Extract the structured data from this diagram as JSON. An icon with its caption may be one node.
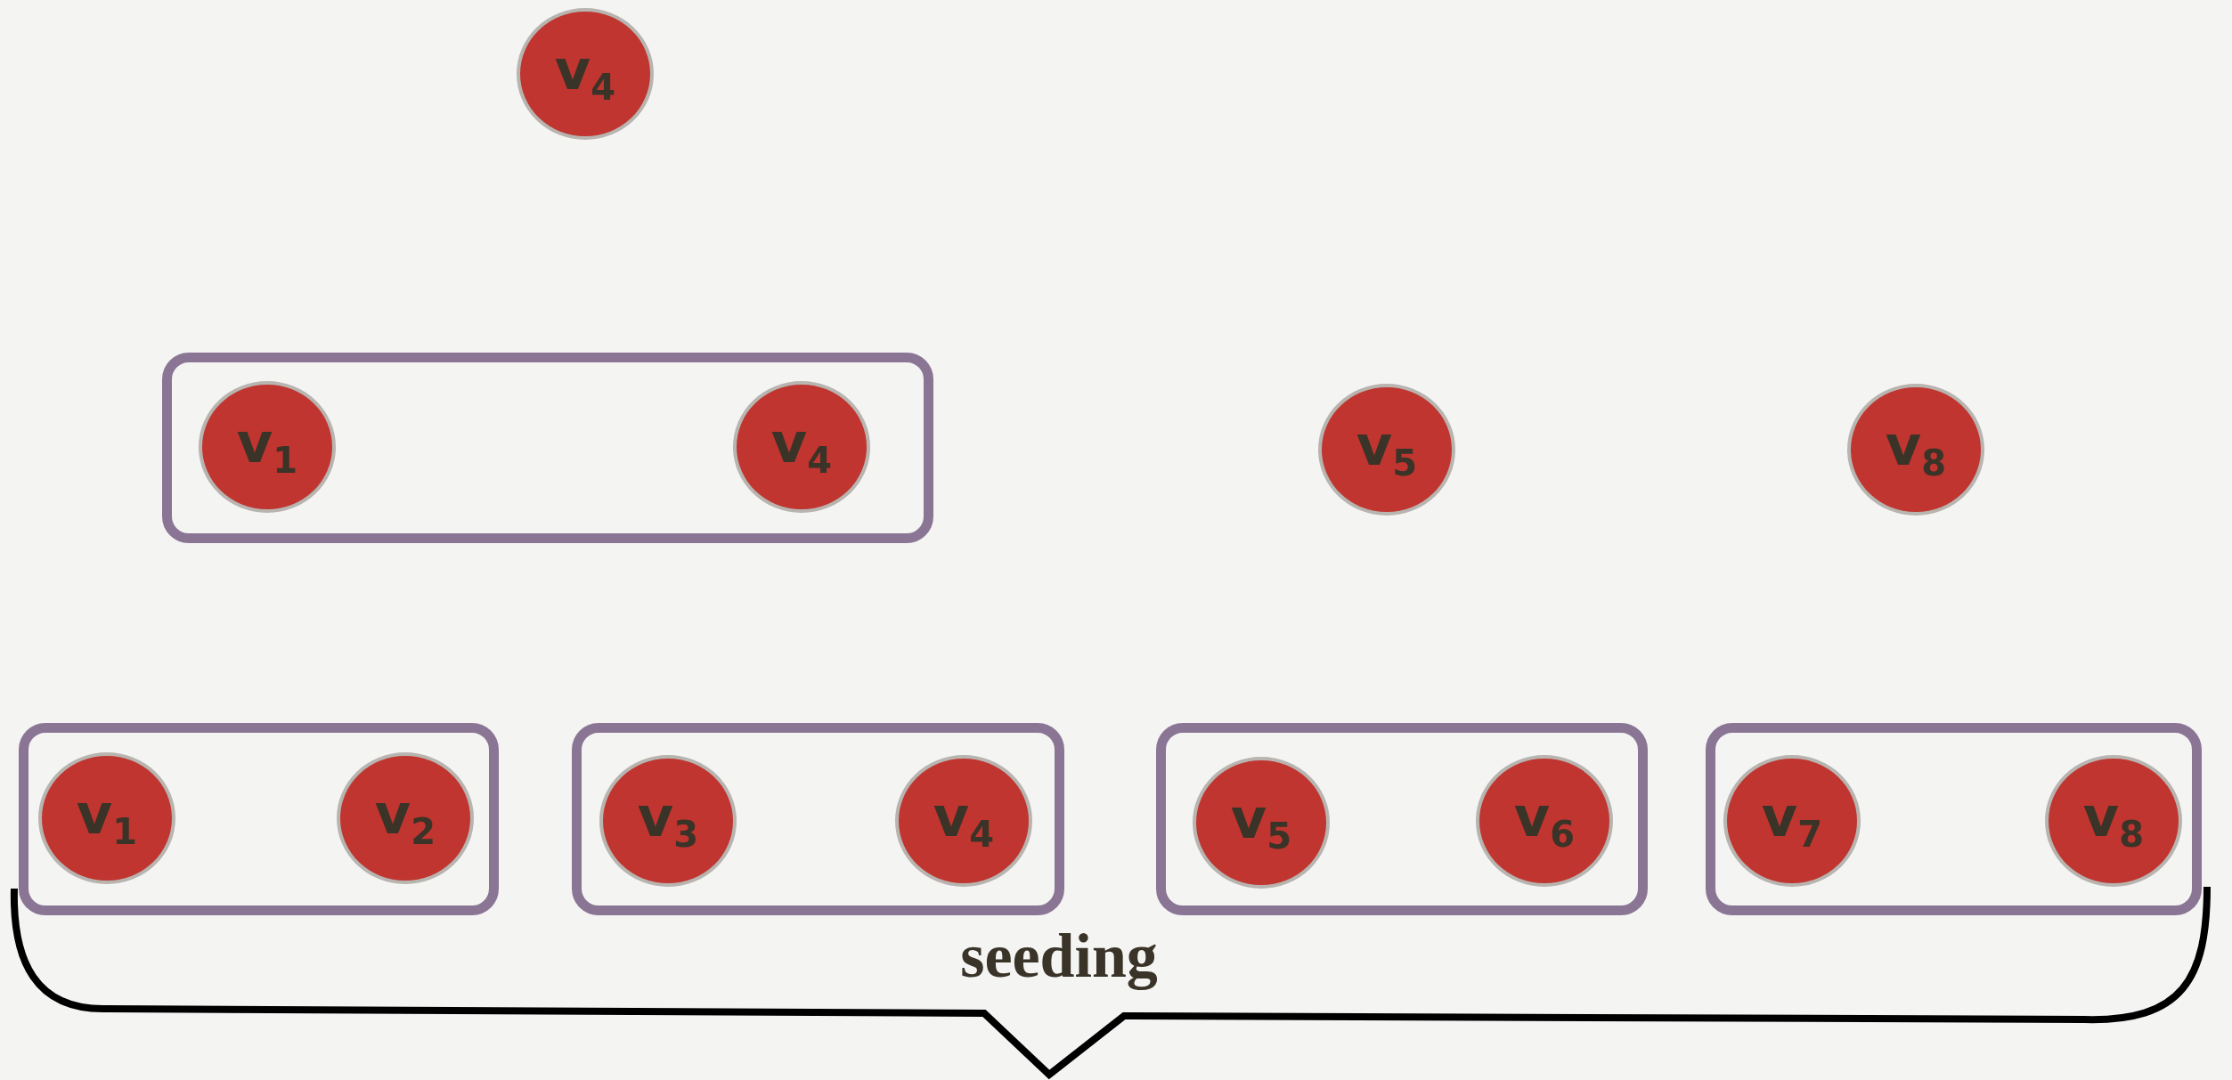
{
  "diagram": {
    "nodes": [
      {
        "text": [
          "v$_{4}$"
        ]
      },
      {
        "text": [],
        "shape": "box"
      },
      {
        "text": [
          "v$_{1}$"
        ],
        "in": 1
      },
      {
        "text": [
          "v$_{4}$"
        ],
        "in": 1
      },
      {
        "text": [
          "v$_{5}$"
        ]
      },
      {
        "text": [
          "v$_{8}$"
        ]
      },
      {
        "text": [],
        "shape": "box"
      },
      {
        "text": [
          "v$_{1}$"
        ],
        "in": 6
      },
      {
        "text": [
          "v$_{2}$"
        ],
        "in": 6
      },
      {
        "text": [],
        "shape": "box"
      },
      {
        "text": [
          "v$_{3}$"
        ],
        "in": 9
      },
      {
        "text": [
          "v$_{4}$"
        ],
        "in": 9
      },
      {
        "text": [],
        "shape": "box"
      },
      {
        "text": [
          "v$_{5}$"
        ],
        "in": 12
      },
      {
        "text": [
          "v$_{6}$"
        ],
        "in": 12
      },
      {
        "text": [],
        "shape": "box"
      },
      {
        "text": [
          "v$_{7}$"
        ],
        "in": 15
      },
      {
        "text": [
          "v$_{8}$"
        ],
        "in": 15
      }
    ],
    "labels": [
      "seeding"
    ]
  }
}
